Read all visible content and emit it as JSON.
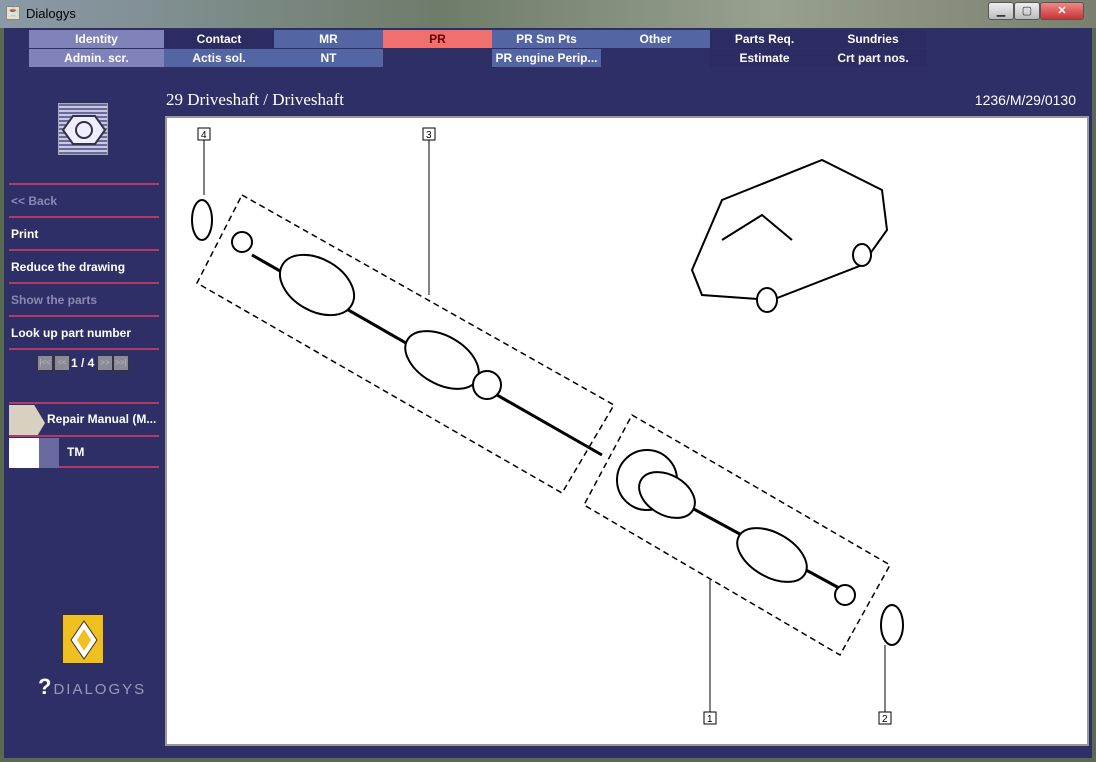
{
  "window": {
    "title": "Dialogys",
    "min": "▁",
    "max": "▢",
    "close": "✕"
  },
  "tabs_row1": [
    "Identity",
    "Contact",
    "MR",
    "PR",
    "PR Sm Pts",
    "Other",
    "Parts Req.",
    "Sundries"
  ],
  "tabs_row2": [
    "Admin. scr.",
    "Actis sol.",
    "NT",
    "",
    "PR engine Perip...",
    "",
    "Estimate",
    "Crt part nos."
  ],
  "active_tab": "PR",
  "colors": {
    "bg": "#2f2f68",
    "tab_active": "#f07070",
    "tab": "#5366a3",
    "tab_light": "#8083b8",
    "tab_dark": "#2c2c62"
  },
  "header": {
    "title": "29 Driveshaft / Driveshaft",
    "reference": "1236/M/29/0130"
  },
  "sidebar": {
    "items": [
      {
        "label": "<< Back",
        "enabled": false
      },
      {
        "label": "Print",
        "enabled": true
      },
      {
        "label": "Reduce the drawing",
        "enabled": true
      },
      {
        "label": "Show the parts",
        "enabled": false
      },
      {
        "label": "Look up part number",
        "enabled": true
      }
    ],
    "pager": {
      "first": "|<<",
      "prev": "<<",
      "text": "1 / 4",
      "next": ">>",
      "last": ">>|"
    },
    "links": [
      {
        "label": "Repair Manual (M..."
      },
      {
        "label": "TM"
      }
    ]
  },
  "brand": {
    "logo_text": "DIALOGYS"
  },
  "drawing": {
    "callouts": [
      "1",
      "2",
      "3",
      "4"
    ]
  }
}
